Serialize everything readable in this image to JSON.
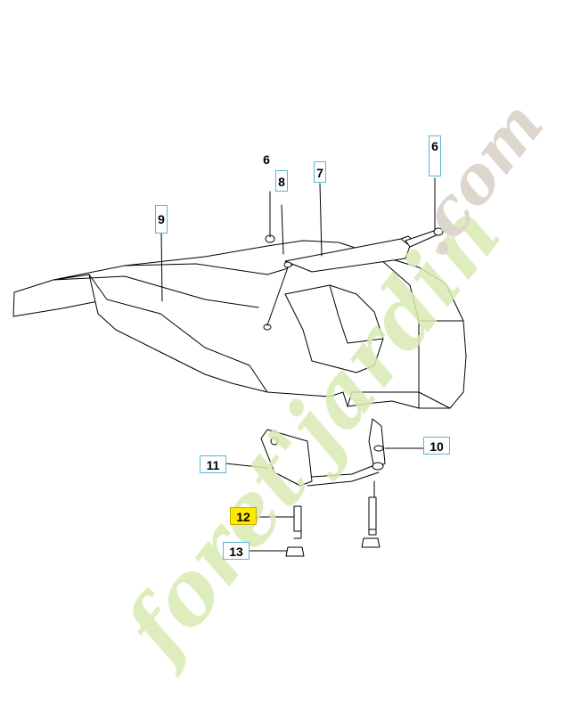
{
  "callouts": {
    "c6a": "6",
    "c8": "8",
    "c7": "7",
    "c6b": "6",
    "c9": "9",
    "c10": "10",
    "c11": "11",
    "c12": "12",
    "c13": "13"
  },
  "watermark": {
    "main": "foret'jardin",
    "suffix": ".com"
  },
  "colors": {
    "callout_border": "#5ab6d8",
    "highlight": "#ffe800",
    "watermark_green": "#d9ebb3",
    "watermark_gray": "#ddd6cd"
  }
}
